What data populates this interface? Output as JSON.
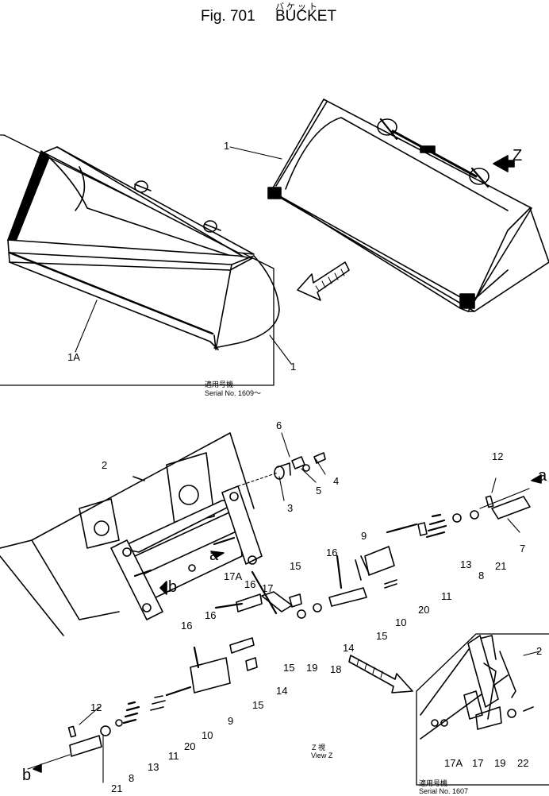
{
  "header": {
    "fig_number": "Fig. 701",
    "title": "BUCKET",
    "title_kana": "バケット"
  },
  "top_section": {
    "serial_label_jp": "適用号機",
    "serial_label": "Serial No. 1609～",
    "view_arrow": "Z",
    "callouts": [
      "1",
      "1A",
      "1"
    ]
  },
  "bottom_section": {
    "view_label_jp": "Z 視",
    "view_label": "View Z",
    "arrow_a": "a",
    "arrow_b": "b",
    "callouts": [
      "2",
      "6",
      "4",
      "5",
      "3",
      "12",
      "7",
      "21",
      "8",
      "13",
      "11",
      "20",
      "10",
      "9",
      "16",
      "15",
      "17A",
      "17",
      "14",
      "19",
      "18",
      "12",
      "b",
      "21",
      "8",
      "13",
      "11",
      "20",
      "10",
      "9",
      "16",
      "15"
    ]
  },
  "inset": {
    "callouts": [
      "2",
      "17A",
      "17",
      "19",
      "22"
    ],
    "serial_label_jp": "適用号機",
    "serial_label": "Serial No. 1607"
  }
}
